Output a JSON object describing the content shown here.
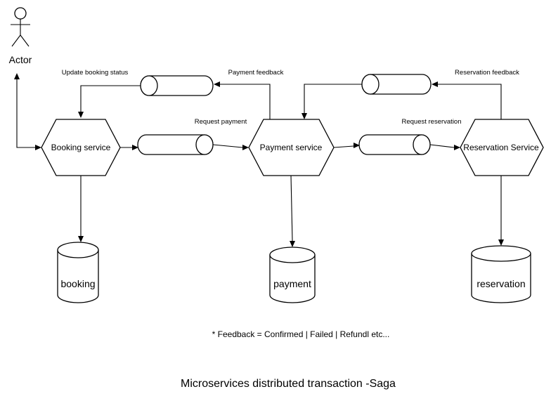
{
  "actor": {
    "label": "Actor"
  },
  "services": {
    "booking": "Booking service",
    "payment": "Payment service",
    "reservation": "Reservation Service"
  },
  "databases": {
    "booking": "booking",
    "payment": "payment",
    "reservation": "reservation"
  },
  "edge_labels": {
    "update_booking_status": "Update booking status",
    "payment_feedback": "Payment feedback",
    "request_payment": "Request payment",
    "request_reservation": "Request reservation",
    "reservation_feedback": "Reservation feedback"
  },
  "note": "* Feedback = Confirmed | Failed | Refundl etc...",
  "title": "Microservices distributed transaction -Saga",
  "colors": {
    "stroke": "#000000",
    "fill": "#ffffff",
    "background": "#ffffff"
  }
}
